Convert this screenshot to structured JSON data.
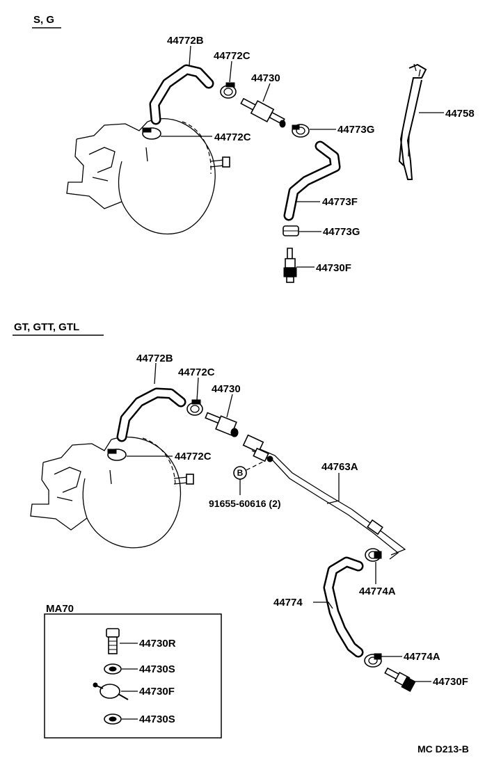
{
  "sections": {
    "top_title": "S, G",
    "bottom_title": "GT, GTT, GTL",
    "inset_title": "MA70"
  },
  "top_labels": {
    "hose_b": "44772B",
    "clamp_c_upper": "44772C",
    "valve": "44730",
    "clamp_c_lower": "44772C",
    "clamp_g_upper": "44773G",
    "bracket": "44758",
    "hose_f": "44773F",
    "clamp_g_lower": "44773G",
    "union_f": "44730F"
  },
  "bottom_labels": {
    "hose_b": "44772B",
    "clamp_c_upper": "44772C",
    "valve": "44730",
    "clamp_c_lower": "44772C",
    "pipe": "44763A",
    "bolt_ref": "B",
    "bolt": "91655-60616 (2)",
    "clamp_a_upper": "44774A",
    "hose": "44774",
    "clamp_a_lower": "44774A",
    "union_f": "44730F"
  },
  "inset_labels": {
    "bolt_r": "44730R",
    "gasket_s_upper": "44730S",
    "union_f": "44730F",
    "gasket_s_lower": "44730S"
  },
  "footer": {
    "code": "MC  D213-B"
  }
}
